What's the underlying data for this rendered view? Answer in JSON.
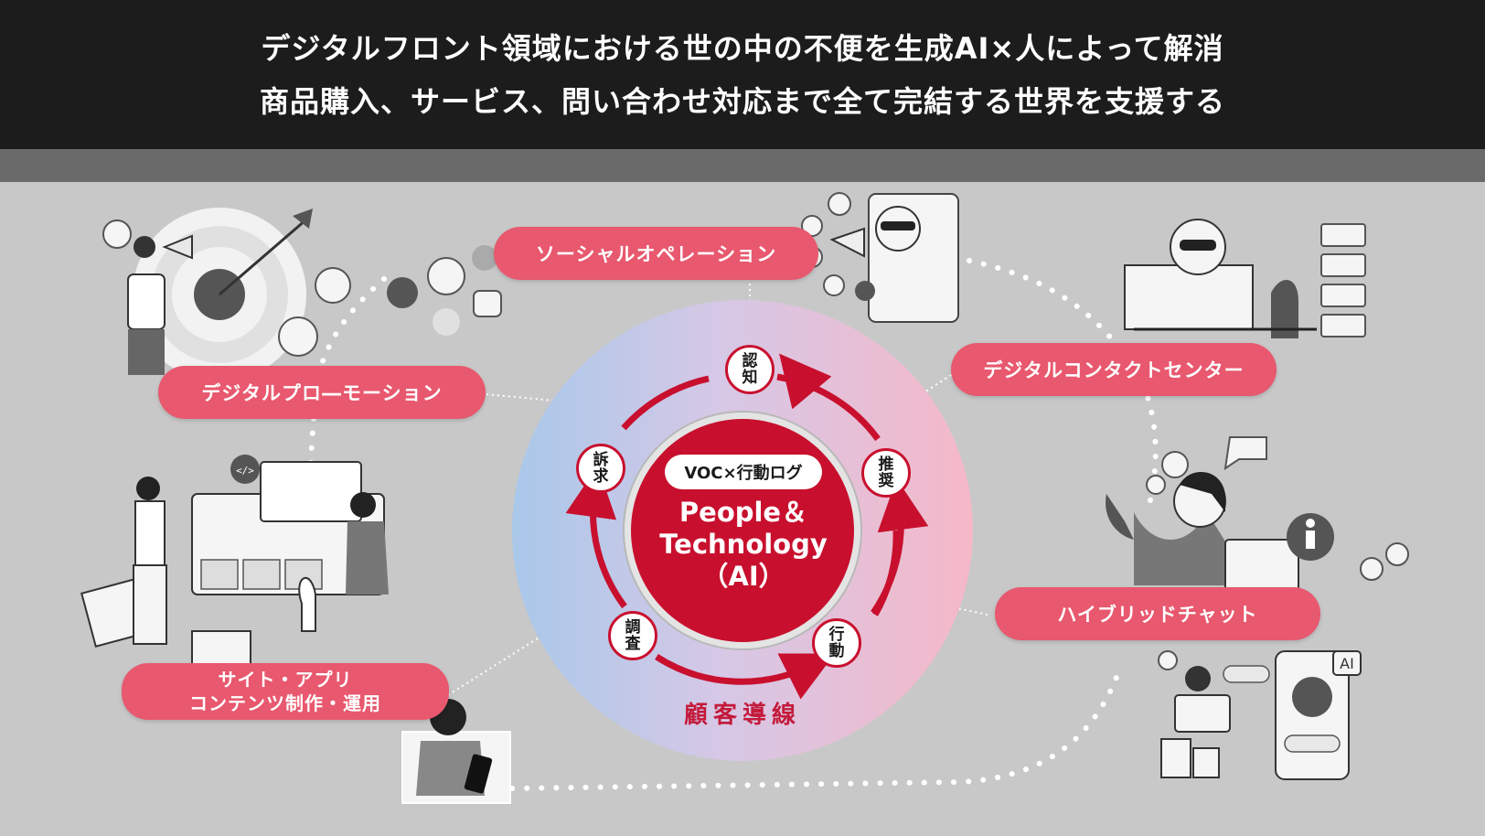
{
  "header": {
    "line1": "デジタルフロント領域における世の中の不便を生成AI×人によって解消",
    "line2": "商品購入、サービス、問い合わせ対応まで全て完結する世界を支援する"
  },
  "center": {
    "tag": "VOC×行動ログ",
    "title_line1": "People＆",
    "title_line2": "Technology",
    "title_line3": "（AI）",
    "funnel_label": "顧客導線"
  },
  "cycle_nodes": [
    {
      "line1": "認",
      "line2": "知"
    },
    {
      "line1": "推",
      "line2": "奨"
    },
    {
      "line1": "行",
      "line2": "動"
    },
    {
      "line1": "調",
      "line2": "査"
    },
    {
      "line1": "訴",
      "line2": "求"
    }
  ],
  "services": {
    "social": "ソーシャルオペレーション",
    "promotion": "デジタルプロ―モーション",
    "contact_center": "デジタルコンタクトセンター",
    "hybrid_chat": "ハイブリッドチャット",
    "site_line1": "サイト・アプリ",
    "site_line2": "コンテンツ制作・運用"
  },
  "icon_labels": {
    "ai_badge": "AI",
    "code_badge": "</>"
  },
  "colors": {
    "pill": "#e8586e",
    "core_red": "#c8102e",
    "funnel_text": "#c41a3b",
    "header_bg": "#1c1c1c",
    "band": "#6a6a6a",
    "background": "#c8c8c8"
  }
}
